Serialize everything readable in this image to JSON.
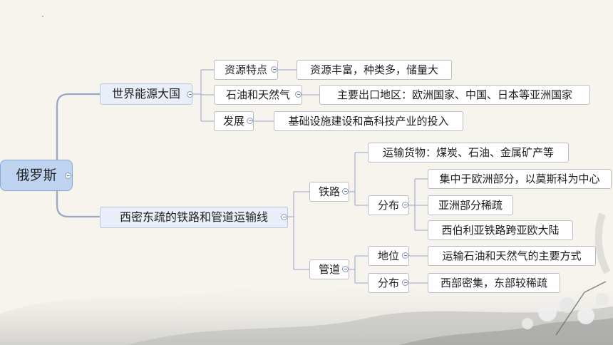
{
  "root": "俄罗斯",
  "branches": [
    {
      "label": "世界能源大国",
      "children": [
        {
          "label": "资源特点",
          "detail": "资源丰富，种类多，储量大"
        },
        {
          "label": "石油和天然气",
          "detail": "主要出口地区：欧洲国家、中国、日本等亚洲国家"
        },
        {
          "label": "发展",
          "detail": "基础设施建设和高科技产业的投入"
        }
      ]
    },
    {
      "label": "西密东疏的铁路和管道运输线",
      "children": [
        {
          "label": "铁路",
          "items": [
            {
              "text": "运输货物：煤炭、石油、金属矿产等"
            },
            {
              "label": "分布",
              "details": [
                "集中于欧洲部分，以莫斯科为中心",
                "亚洲部分稀疏",
                "西伯利亚铁路跨亚欧大陆"
              ]
            }
          ]
        },
        {
          "label": "管道",
          "items": [
            {
              "label": "地位",
              "details": [
                "运输石油和天然气的主要方式"
              ]
            },
            {
              "label": "分布",
              "details": [
                "西部密集，东部较稀疏"
              ]
            }
          ]
        }
      ]
    }
  ],
  "colors": {
    "line": "#98a6cc",
    "root_fill": "#bed3f0",
    "branch_fill": "#e9eef8"
  }
}
